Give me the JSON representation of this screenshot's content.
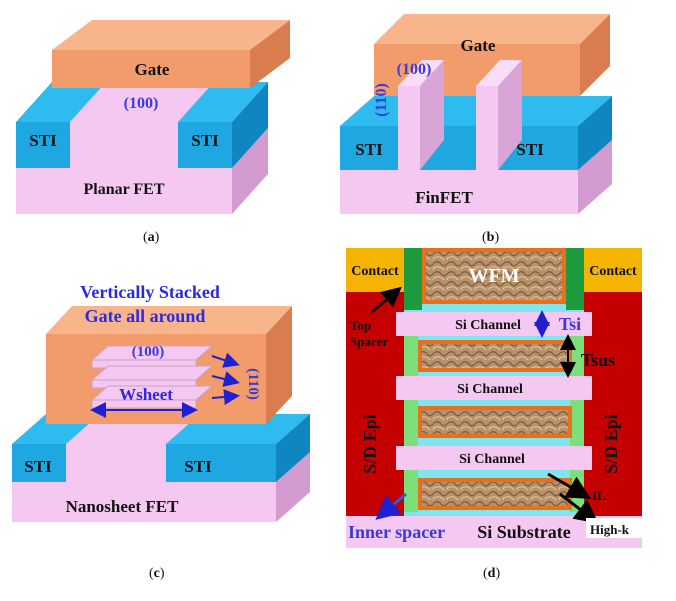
{
  "colors": {
    "gate": "#f39c6b",
    "gate_top": "#f8b58c",
    "gate_side": "#d97c4e",
    "sti": "#1ea7e1",
    "sti_top": "#2dbbf0",
    "sti_side": "#0f86c0",
    "substrate": "#f4c8f0",
    "substrate_side": "#d39bd0",
    "blue_text": "#3a3ad8",
    "sd_epi": "#c40000",
    "contact": "#f4b400",
    "spacer": "#1d9a3c",
    "inner_spacer": "#7be07b",
    "wfm_border": "#e8701a",
    "wfm_fill": "#b88c5c",
    "channel": "#f4c8f0",
    "highk": "#7fe6f0"
  },
  "panels": {
    "a": {
      "caption_pre": "(",
      "caption_letter": "a",
      "caption_post": ")",
      "gate_label": "Gate",
      "orientation": "(100)",
      "sti_left": "STI",
      "sti_right": "STI",
      "device": "Planar FET"
    },
    "b": {
      "caption_pre": "(",
      "caption_letter": "b",
      "caption_post": ")",
      "gate_label": "Gate",
      "orientation_top": "(100)",
      "orientation_side": "(110)",
      "sti_left": "STI",
      "sti_right": "STI",
      "device": "FinFET"
    },
    "c": {
      "caption_pre": "(",
      "caption_letter": "c",
      "caption_post": ")",
      "title_line1": "Vertically Stacked",
      "title_line2": "Gate all around",
      "orientation_top": "(100)",
      "orientation_side": "(110)",
      "width_label": "Wsheet",
      "sti_left": "STI",
      "sti_right": "STI",
      "device": "Nanosheet FET"
    },
    "d": {
      "caption_pre": "(",
      "caption_letter": "d",
      "caption_post": ")",
      "contact_left": "Contact",
      "contact_right": "Contact",
      "wfm": "WFM",
      "top_spacer_1": "Top",
      "top_spacer_2": "Spacer",
      "channel_1": "Si Channel",
      "channel_2": "Si Channel",
      "channel_3": "Si Channel",
      "tsi": "Tsi",
      "tsus": "Tsus",
      "sd_left": "S/D Epi",
      "sd_right": "S/D Epi",
      "il": "IL",
      "inner_spacer": "Inner spacer",
      "substrate": "Si Substrate",
      "highk": "High-k"
    }
  }
}
